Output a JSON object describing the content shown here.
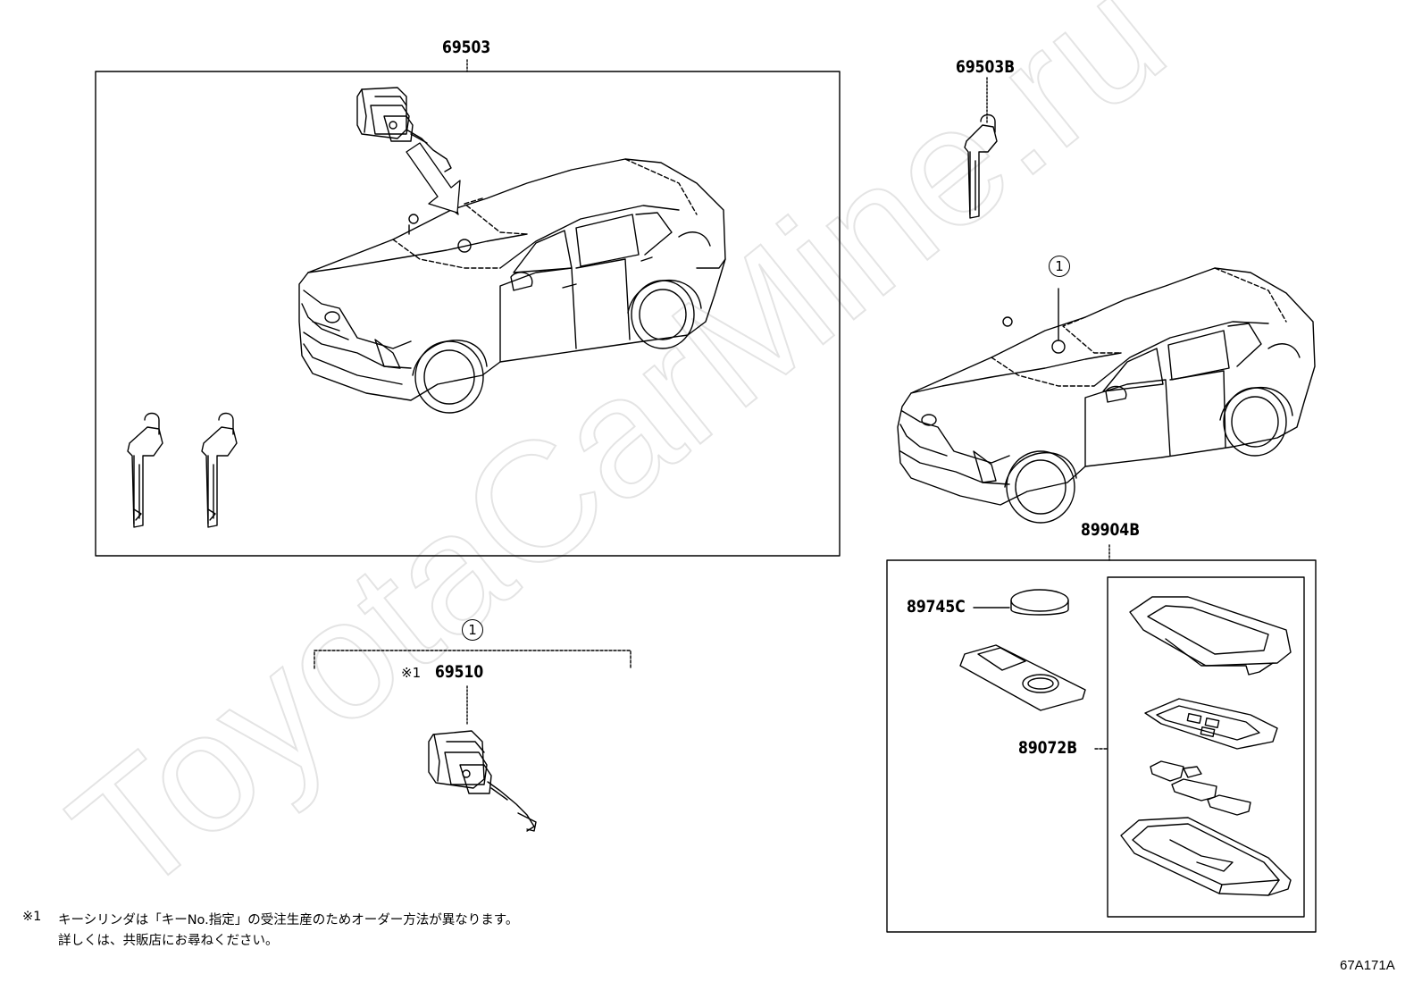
{
  "parts": {
    "p69503": "69503",
    "p69503B": "69503B",
    "p69510": "69510",
    "p69510_mark": "※1",
    "p89904B": "89904B",
    "p89745C": "89745C",
    "p89072B": "89072B"
  },
  "callouts": {
    "ref1_top": "1",
    "ref1_car": "1"
  },
  "notes": {
    "mark": "※1",
    "line1": "キーシリンダは「キーNo.指定」の受注生産のためオーダー方法が異なります。",
    "line2": "詳しくは、共販店にお尋ねください。"
  },
  "diagram_code": "67A171A",
  "watermark": "ToyotaCarMine.ru"
}
